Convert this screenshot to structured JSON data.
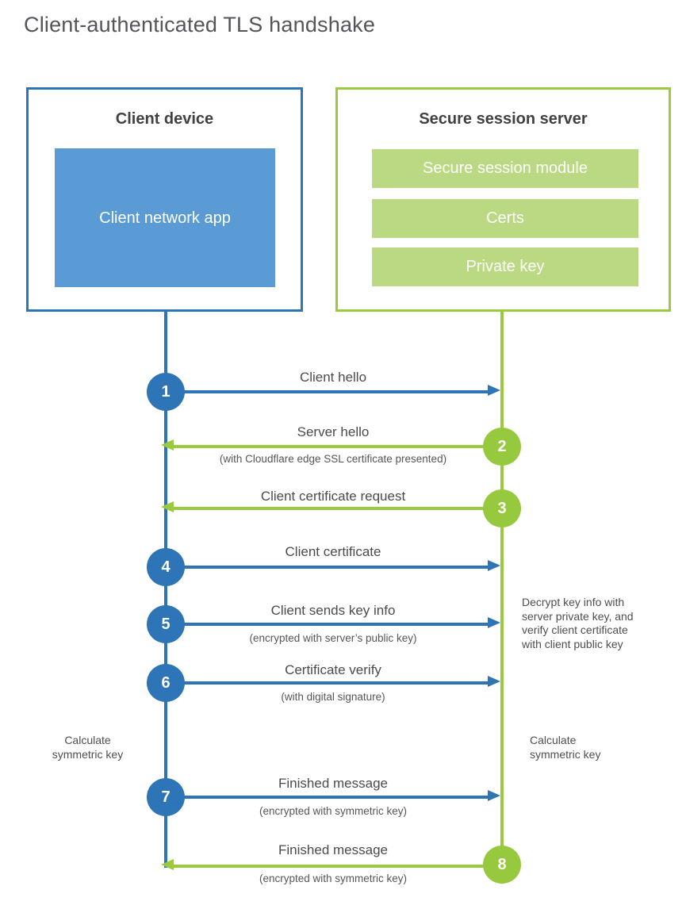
{
  "title": "Client-authenticated TLS handshake",
  "colors": {
    "blue": "#2e75b8",
    "blue_fill": "#5b9bd5",
    "green": "#9bca3e",
    "green_fill": "#bad982"
  },
  "client_box": {
    "title": "Client device",
    "app_label": "Client network app"
  },
  "server_box": {
    "title": "Secure session server",
    "modules": [
      "Secure session module",
      "Certs",
      "Private key"
    ]
  },
  "steps": [
    {
      "num": "1",
      "label": "Client hello",
      "sub": "",
      "direction": "client-to-server"
    },
    {
      "num": "2",
      "label": "Server hello",
      "sub": "(with Cloudflare edge SSL certificate presented)",
      "direction": "server-to-client"
    },
    {
      "num": "3",
      "label": "Client certificate request",
      "sub": "",
      "direction": "server-to-client"
    },
    {
      "num": "4",
      "label": "Client certificate",
      "sub": "",
      "direction": "client-to-server"
    },
    {
      "num": "5",
      "label": "Client sends key info",
      "sub": "(encrypted with server’s public key)",
      "direction": "client-to-server"
    },
    {
      "num": "6",
      "label": "Certificate verify",
      "sub": "(with digital signature)",
      "direction": "client-to-server"
    },
    {
      "num": "7",
      "label": "Finished message",
      "sub": "(encrypted with symmetric key)",
      "direction": "client-to-server"
    },
    {
      "num": "8",
      "label": "Finished message",
      "sub": "(encrypted with symmetric key)",
      "direction": "server-to-client"
    }
  ],
  "notes": {
    "decrypt": "Decrypt key info with server private key, and verify client certificate with client public key",
    "calc_client": "Calculate symmetric key",
    "calc_server": "Calculate symmetric key"
  }
}
